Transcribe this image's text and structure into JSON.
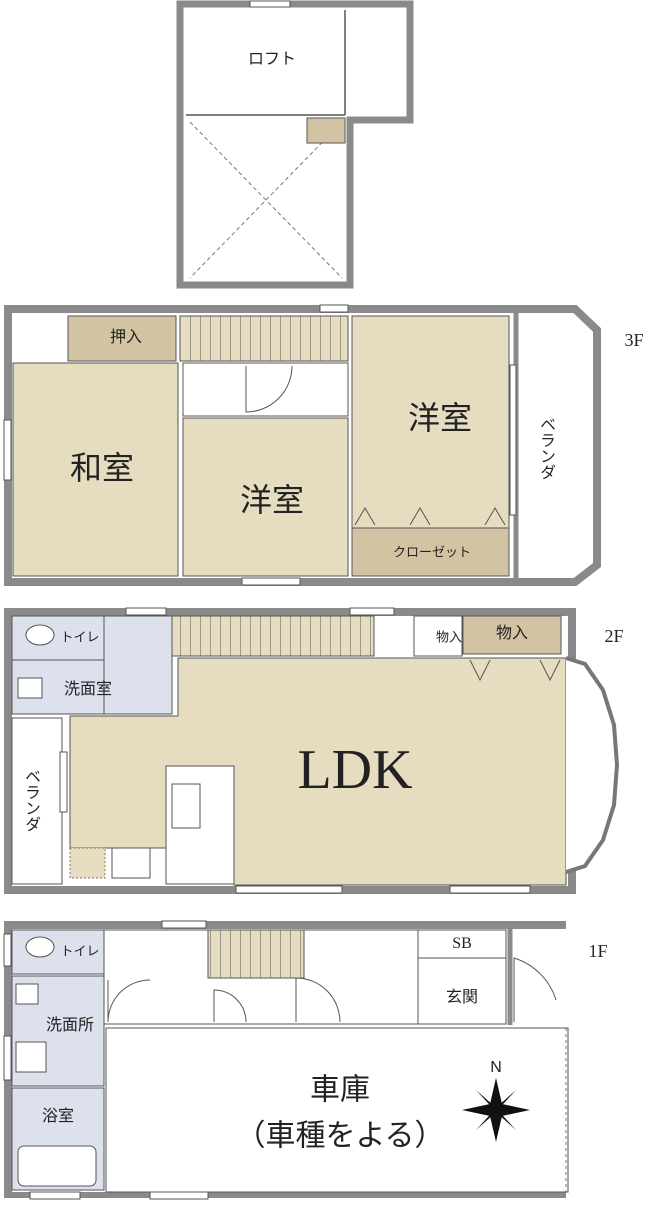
{
  "colors": {
    "wall": "#8a8a8a",
    "room_tan": "#e6dcc0",
    "closet_tan": "#d2c3a2",
    "wet_blue": "#dde1ee",
    "line": "#555555"
  },
  "floors": {
    "loft": {
      "rooms": {
        "loft": "ロフト"
      }
    },
    "f3": {
      "label": "3F",
      "rooms": {
        "oshiire": "押入",
        "washitsu": "和室",
        "youshitsu_a": "洋室",
        "youshitsu_b": "洋室",
        "closet": "クローゼット",
        "veranda": "ベランダ"
      }
    },
    "f2": {
      "label": "2F",
      "rooms": {
        "toilet": "トイレ",
        "senmenshitsu": "洗面室",
        "storage_small": "物入",
        "storage": "物入",
        "ldk": "LDK",
        "veranda": "ベランダ"
      }
    },
    "f1": {
      "label": "1F",
      "rooms": {
        "toilet": "トイレ",
        "senmenjo": "洗面所",
        "yokushitsu": "浴室",
        "sb": "SB",
        "genkan": "玄関",
        "garage": "車庫",
        "garage_note": "（車種をよる）"
      },
      "compass": "N"
    }
  }
}
